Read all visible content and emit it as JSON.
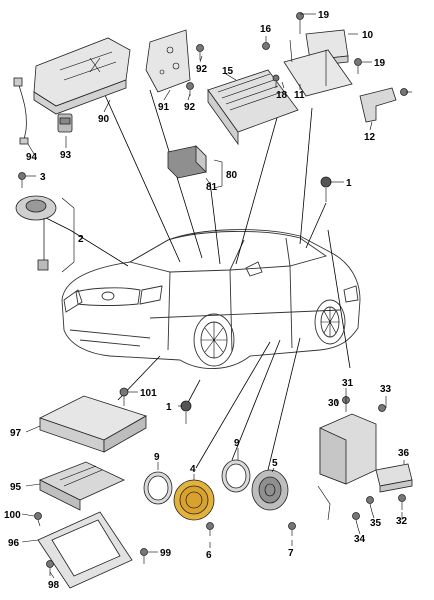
{
  "diagram": {
    "callouts": {
      "c1a": "1",
      "c1b": "1",
      "c2": "2",
      "c3": "3",
      "c4": "4",
      "c5": "5",
      "c6": "6",
      "c7": "7",
      "c9a": "9",
      "c9b": "9",
      "c10": "10",
      "c11": "11",
      "c12": "12",
      "c15": "15",
      "c16": "16",
      "c18": "18",
      "c19a": "19",
      "c19b": "19",
      "c30": "30",
      "c31": "31",
      "c32": "32",
      "c33": "33",
      "c34": "34",
      "c35": "35",
      "c36": "36",
      "c80": "80",
      "c81": "81",
      "c90": "90",
      "c91": "91",
      "c92a": "92",
      "c92b": "92",
      "c93": "93",
      "c94": "94",
      "c95": "95",
      "c96": "96",
      "c97": "97",
      "c98": "98",
      "c99": "99",
      "c100": "100",
      "c101": "101"
    },
    "colors": {
      "highlight": "#e3b23c",
      "part_fill": "#e6e6e6",
      "part_dark": "#9a9a9a",
      "ink": "#000000"
    },
    "highlighted_part": "4"
  }
}
